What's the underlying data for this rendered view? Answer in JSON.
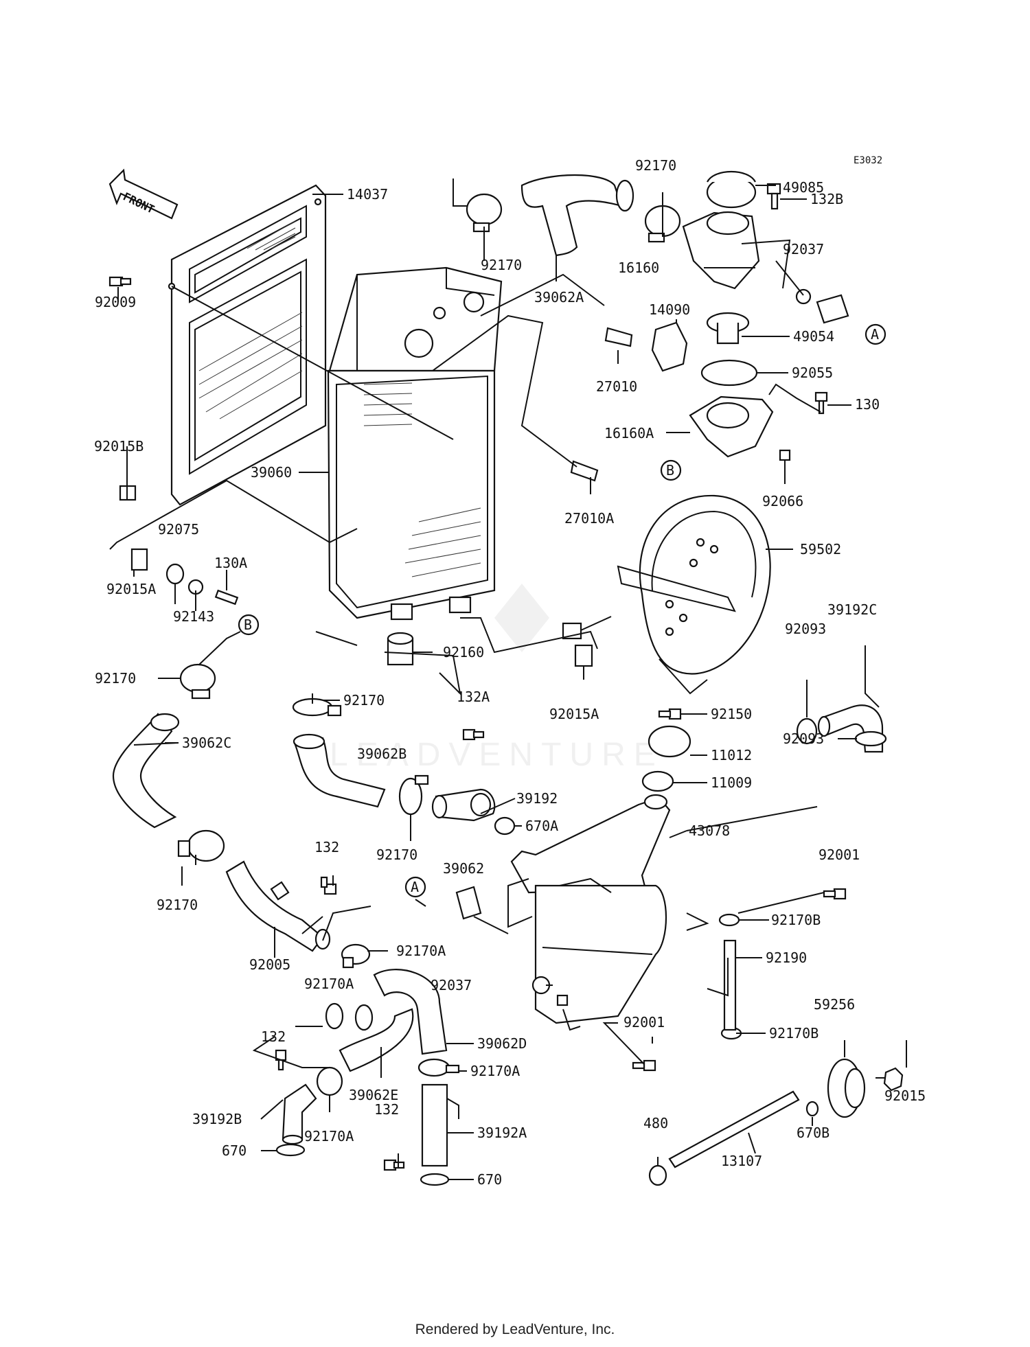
{
  "diagram_code": "E3032",
  "front_arrow": "FRONT",
  "watermark": "LEADVENTURE",
  "footer": "Rendered by LeadVenture, Inc.",
  "callouts": [
    {
      "id": "c14037",
      "text": "14037"
    },
    {
      "id": "c92009",
      "text": "92009"
    },
    {
      "id": "c92015B",
      "text": "92015B"
    },
    {
      "id": "c39060",
      "text": "39060"
    },
    {
      "id": "c92075",
      "text": "92075"
    },
    {
      "id": "c130A",
      "text": "130A"
    },
    {
      "id": "c92015A",
      "text": "92015A"
    },
    {
      "id": "c92143",
      "text": "92143"
    },
    {
      "id": "c92170_top1",
      "text": "92170"
    },
    {
      "id": "c39062A",
      "text": "39062A"
    },
    {
      "id": "c92170_top2",
      "text": "92170"
    },
    {
      "id": "c49085",
      "text": "49085"
    },
    {
      "id": "c132B",
      "text": "132B"
    },
    {
      "id": "c92037_top",
      "text": "92037"
    },
    {
      "id": "c16160",
      "text": "16160"
    },
    {
      "id": "c14090",
      "text": "14090"
    },
    {
      "id": "c49054",
      "text": "49054"
    },
    {
      "id": "c27010",
      "text": "27010"
    },
    {
      "id": "c92055",
      "text": "92055"
    },
    {
      "id": "c130",
      "text": "130"
    },
    {
      "id": "c16160A",
      "text": "16160A"
    },
    {
      "id": "c27010A",
      "text": "27010A"
    },
    {
      "id": "c92066",
      "text": "92066"
    },
    {
      "id": "c59502",
      "text": "59502"
    },
    {
      "id": "c39192C",
      "text": "39192C"
    },
    {
      "id": "c92093a",
      "text": "92093"
    },
    {
      "id": "c92093b",
      "text": "92093"
    },
    {
      "id": "c92170_left",
      "text": "92170"
    },
    {
      "id": "c92160",
      "text": "92160"
    },
    {
      "id": "c92170_mid",
      "text": "92170"
    },
    {
      "id": "c132A",
      "text": "132A"
    },
    {
      "id": "c92015A_mid",
      "text": "92015A"
    },
    {
      "id": "c92150",
      "text": "92150"
    },
    {
      "id": "c39062C",
      "text": "39062C"
    },
    {
      "id": "c39062B",
      "text": "39062B"
    },
    {
      "id": "c11012",
      "text": "11012"
    },
    {
      "id": "c39192",
      "text": "39192"
    },
    {
      "id": "c11009",
      "text": "11009"
    },
    {
      "id": "c670A",
      "text": "670A"
    },
    {
      "id": "c92170_39192",
      "text": "92170"
    },
    {
      "id": "c43078",
      "text": "43078"
    },
    {
      "id": "c132_mid",
      "text": "132"
    },
    {
      "id": "c39062",
      "text": "39062"
    },
    {
      "id": "c92001a",
      "text": "92001"
    },
    {
      "id": "c92170_lower",
      "text": "92170"
    },
    {
      "id": "c92170B_top",
      "text": "92170B"
    },
    {
      "id": "c92005",
      "text": "92005"
    },
    {
      "id": "c92170A_1",
      "text": "92170A"
    },
    {
      "id": "c92190",
      "text": "92190"
    },
    {
      "id": "c92170A_2",
      "text": "92170A"
    },
    {
      "id": "c92037_low",
      "text": "92037"
    },
    {
      "id": "c132_left",
      "text": "132"
    },
    {
      "id": "c92001b",
      "text": "92001"
    },
    {
      "id": "c59256",
      "text": "59256"
    },
    {
      "id": "c39062D",
      "text": "39062D"
    },
    {
      "id": "c92170B_low",
      "text": "92170B"
    },
    {
      "id": "c92170A_3",
      "text": "92170A"
    },
    {
      "id": "c39062E",
      "text": "39062E"
    },
    {
      "id": "c132_bot",
      "text": "132"
    },
    {
      "id": "c39192B",
      "text": "39192B"
    },
    {
      "id": "c92170A_4",
      "text": "92170A"
    },
    {
      "id": "c39192A",
      "text": "39192A"
    },
    {
      "id": "c92015",
      "text": "92015"
    },
    {
      "id": "c480",
      "text": "480"
    },
    {
      "id": "c670B",
      "text": "670B"
    },
    {
      "id": "c13107",
      "text": "13107"
    },
    {
      "id": "c670a",
      "text": "670"
    },
    {
      "id": "c670b",
      "text": "670"
    }
  ],
  "reference_markers": [
    {
      "id": "mA1",
      "text": "A"
    },
    {
      "id": "mB1",
      "text": "B"
    },
    {
      "id": "mB2",
      "text": "B"
    },
    {
      "id": "mA2",
      "text": "A"
    }
  ]
}
